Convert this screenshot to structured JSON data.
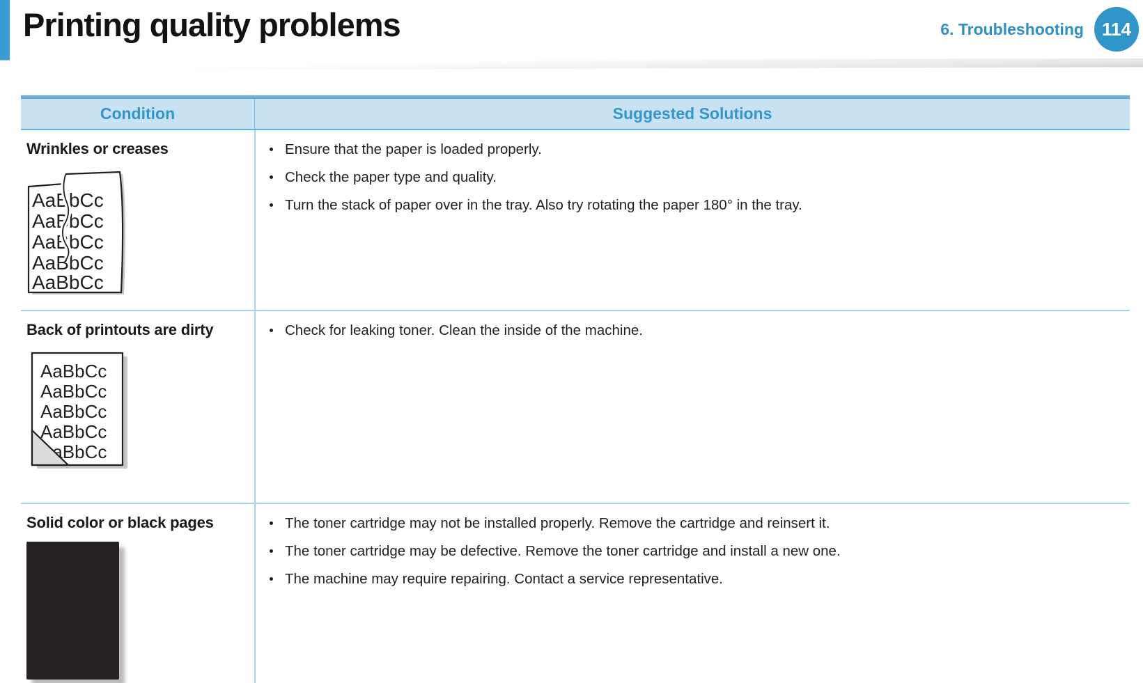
{
  "page": {
    "title": "Printing quality problems",
    "chapter": "6.  Troubleshooting",
    "page_number": "114"
  },
  "colors": {
    "accent_blue": "#3095c9",
    "header_band_fill": "#c8e2f2",
    "header_band_border": "#64aed9",
    "grid_line_blue": "#a5d2ec",
    "body_text": "#231f20",
    "solid_page_black": "#262123"
  },
  "table": {
    "columns": [
      "Condition",
      "Suggested Solutions"
    ],
    "rows": [
      {
        "condition": "Wrinkles or creases",
        "illustration": "wrinkled-paper",
        "solutions": [
          "Ensure that the paper is loaded properly.",
          "Check the paper type and quality.",
          "Turn the stack of paper over in the tray. Also try rotating the paper 180° in the tray."
        ]
      },
      {
        "condition": "Back of printouts are dirty",
        "illustration": "folded-corner-paper",
        "solutions": [
          "Check for leaking toner. Clean the inside of the machine."
        ]
      },
      {
        "condition": "Solid color or black pages",
        "illustration": "solid-black-page",
        "solutions": [
          "The toner cartridge may not be installed properly. Remove the cartridge and reinsert it.",
          "The toner cartridge may be defective. Remove the toner cartridge and install a new one.",
          "The machine may require repairing. Contact a service representative."
        ]
      }
    ]
  },
  "illustration_text": "AaBbCc"
}
